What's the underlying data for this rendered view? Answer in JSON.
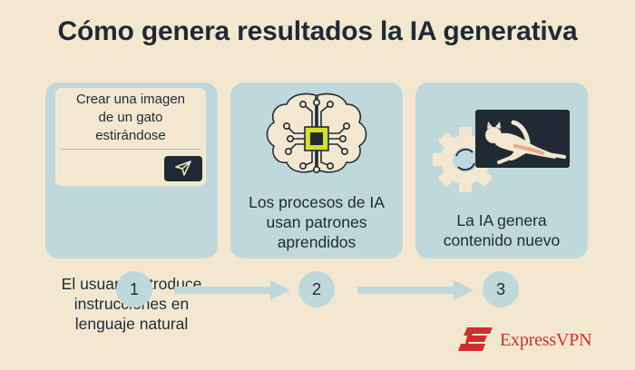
{
  "title": "Cómo genera resultados la IA generativa",
  "steps": [
    {
      "number": "1",
      "caption": "El usuario introduce\ninstrucciones en\nlenguaje natural",
      "prompt": "Crear una imagen\nde un gato\nestirándose",
      "icons": [
        "send-icon"
      ]
    },
    {
      "number": "2",
      "caption": "Los procesos de IA\nusan patrones\naprendidos",
      "icons": [
        "brain-chip-icon"
      ]
    },
    {
      "number": "3",
      "caption": "La IA genera\ncontenido nuevo",
      "icons": [
        "gear-icon",
        "cat-image-icon"
      ]
    }
  ],
  "brand": {
    "name": "ExpressVPN",
    "color": "#d52b2f"
  },
  "colors": {
    "background": "#f3e8cf",
    "card": "#bfd8dc",
    "dark": "#1f2a35",
    "chip": "#d4e02a"
  }
}
